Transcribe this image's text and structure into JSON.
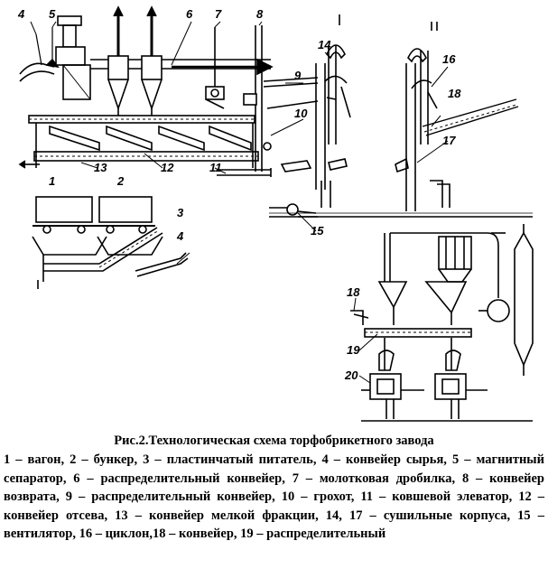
{
  "figure": {
    "labels": [
      "1",
      "2",
      "3",
      "4",
      "4",
      "5",
      "6",
      "7",
      "8",
      "9",
      "10",
      "11",
      "12",
      "13",
      "14",
      "15",
      "16",
      "17",
      "18",
      "18",
      "19",
      "20"
    ]
  },
  "caption": {
    "title": "Рис.2.Технологическая схема торфобрикетного завода",
    "body": "1 – вагон, 2 – бункер, 3 – пластинчатый питатель, 4 – конвейер сырья, 5 – магнитный сепаратор, 6 – распределительный конвейер, 7 – молотковая дробилка, 8 – конвейер возврата, 9 – распределительный конвейер, 10 – грохот, 11 – ковшевой элеватор, 12 – конвейер отсева, 13 – конвейер мелкой фракции, 14, 17 – сушильные корпуса, 15 – вентилятор, 16 – циклон,18 – конвейер, 19 – распределительный"
  }
}
